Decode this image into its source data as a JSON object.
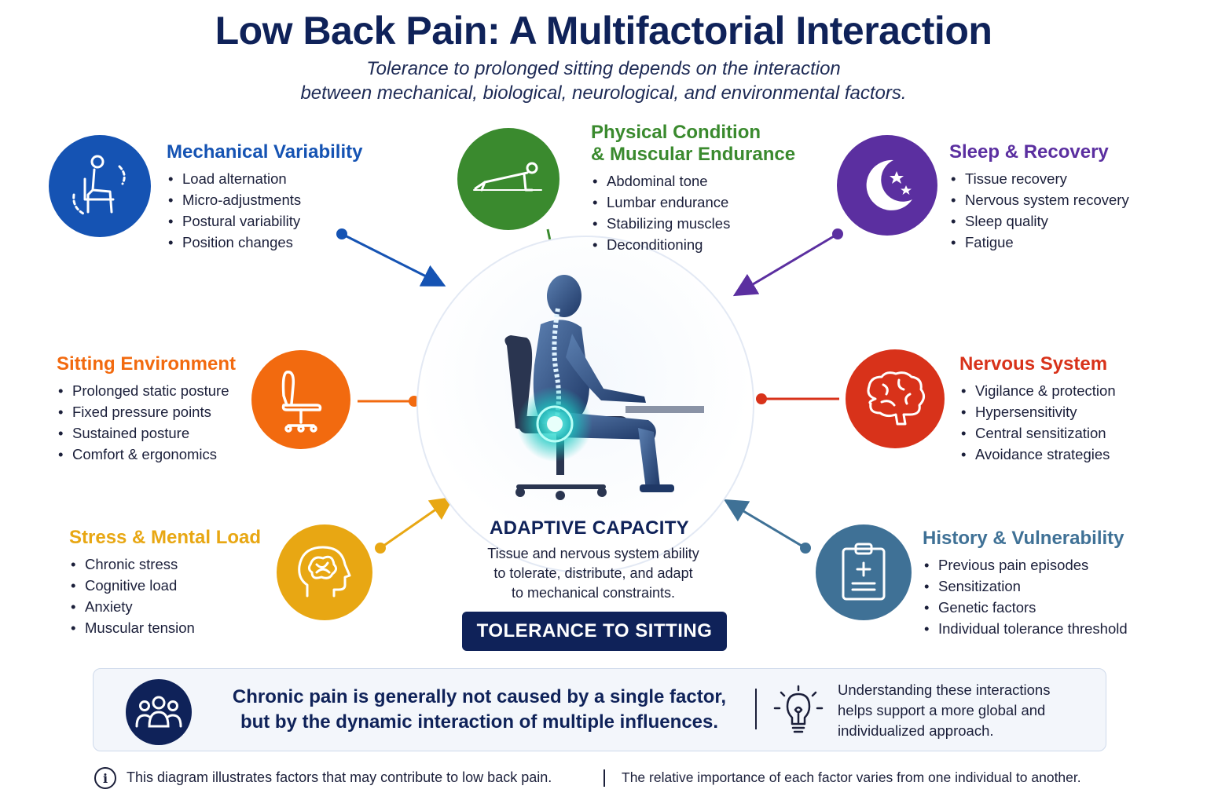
{
  "header": {
    "title": "Low Back Pain: A Multifactorial Interaction",
    "subtitle_line1": "Tolerance to prolonged sitting depends on the interaction",
    "subtitle_line2": "between mechanical, biological, neurological, and environmental factors."
  },
  "factors": {
    "mechanical": {
      "title": "Mechanical Variability",
      "color": "#1553b3",
      "icon": "sitting-person-icon",
      "items": [
        "Load alternation",
        "Micro-adjustments",
        "Postural variability",
        "Position changes"
      ]
    },
    "physical": {
      "title_line1": "Physical Condition",
      "title_line2": "& Muscular Endurance",
      "color": "#3a8a2e",
      "icon": "plank-exercise-icon",
      "items": [
        "Abdominal tone",
        "Lumbar endurance",
        "Stabilizing muscles",
        "Deconditioning"
      ]
    },
    "sleep": {
      "title": "Sleep & Recovery",
      "color": "#5b2fa0",
      "icon": "moon-stars-icon",
      "items": [
        "Tissue recovery",
        "Nervous system recovery",
        "Sleep quality",
        "Fatigue"
      ]
    },
    "environment": {
      "title": "Sitting Environment",
      "color": "#f26a0f",
      "icon": "office-chair-icon",
      "items": [
        "Prolonged static posture",
        "Fixed pressure points",
        "Sustained posture",
        "Comfort & ergonomics"
      ]
    },
    "nervous": {
      "title": "Nervous System",
      "color": "#d8321a",
      "icon": "brain-icon",
      "items": [
        "Vigilance & protection",
        "Hypersensitivity",
        "Central sensitization",
        "Avoidance strategies"
      ]
    },
    "stress": {
      "title": "Stress & Mental Load",
      "color": "#e8a713",
      "icon": "head-tangle-icon",
      "items": [
        "Chronic stress",
        "Cognitive load",
        "Anxiety",
        "Muscular tension"
      ]
    },
    "history": {
      "title": "History & Vulnerability",
      "color": "#3f7196",
      "icon": "clipboard-medical-icon",
      "items": [
        "Previous pain episodes",
        "Sensitization",
        "Genetic factors",
        "Individual tolerance threshold"
      ]
    }
  },
  "center": {
    "figure_icon": "seated-human-spine-icon",
    "title": "ADAPTIVE CAPACITY",
    "desc_line1": "Tissue and nervous system ability",
    "desc_line2": "to tolerate, distribute, and adapt",
    "desc_line3": "to mechanical constraints.",
    "button": "TOLERANCE TO SITTING"
  },
  "summary": {
    "icon": "people-group-icon",
    "message_line1": "Chronic pain is generally not caused by a single factor,",
    "message_line2": "but by the dynamic interaction of multiple influences.",
    "tip_icon": "lightbulb-icon",
    "tip_line1": "Understanding these interactions",
    "tip_line2": "helps support a more global and",
    "tip_line3": "individualized approach."
  },
  "footer": {
    "icon": "info-icon",
    "note1": "This diagram illustrates factors that may contribute to low back pain.",
    "note2": "The relative importance of each factor varies from one individual to another."
  }
}
